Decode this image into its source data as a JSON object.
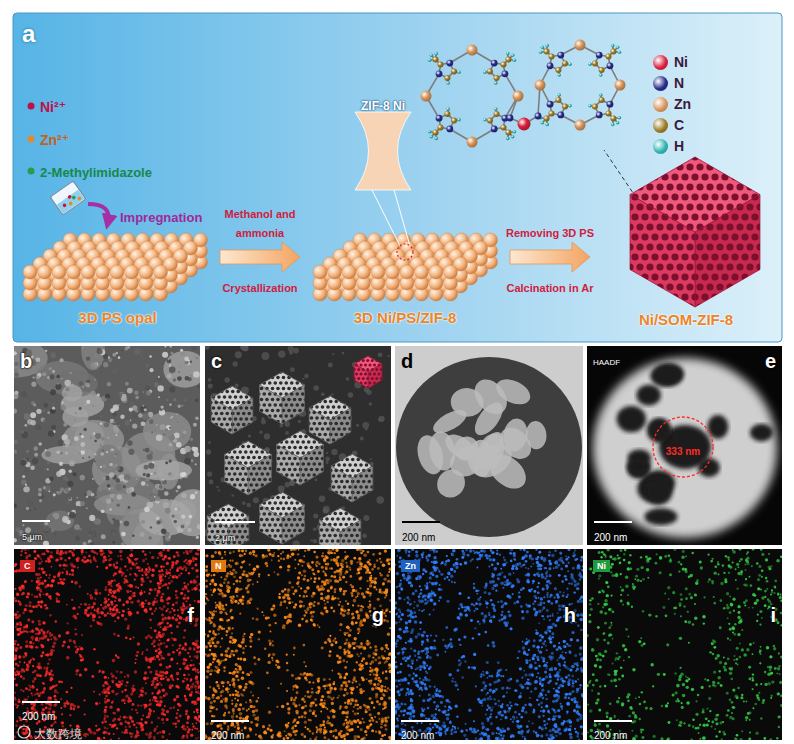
{
  "diagram": {
    "nodes": [
      {
        "text": [
          "3D PS opal"
        ]
      },
      {
        "text": [
          "3D Ni/PS/ZIF-8"
        ]
      },
      {
        "text": [
          "Ni/SOM-ZIF-8"
        ]
      }
    ],
    "edges": [
      {
        "from": 0,
        "to": 1,
        "arrow": "to",
        "label": "Methanol and ammonia"
      },
      {
        "from": 1,
        "to": 2,
        "arrow": "to",
        "label": "Removing 3D PS"
      }
    ],
    "labels": [
      "a",
      "Ni²⁺",
      "Zn²⁺",
      "2-Methylimidazole",
      "Impregnation",
      "Crystallization",
      "ZIF-8 Ni",
      "Calcination in Ar",
      "b",
      "5 μm",
      "c",
      "2 μm",
      "d",
      "200 nm",
      "HAADF",
      "e",
      "333 nm",
      "200 nm",
      "C",
      "f",
      "200 nm",
      "N",
      "g",
      "200 nm",
      "Zn",
      "h",
      "200 nm",
      "Ni",
      "i",
      "200 nm",
      "大数跨境"
    ],
    "legend": [
      {
        "text": "Ni",
        "color": "#d9203c"
      },
      {
        "text": "N",
        "color": "#262b8a"
      },
      {
        "text": "Zn",
        "color": "#d9955a"
      },
      {
        "text": "C",
        "color": "#9c7a22"
      },
      {
        "text": "H",
        "color": "#2fb3b3"
      }
    ]
  }
}
